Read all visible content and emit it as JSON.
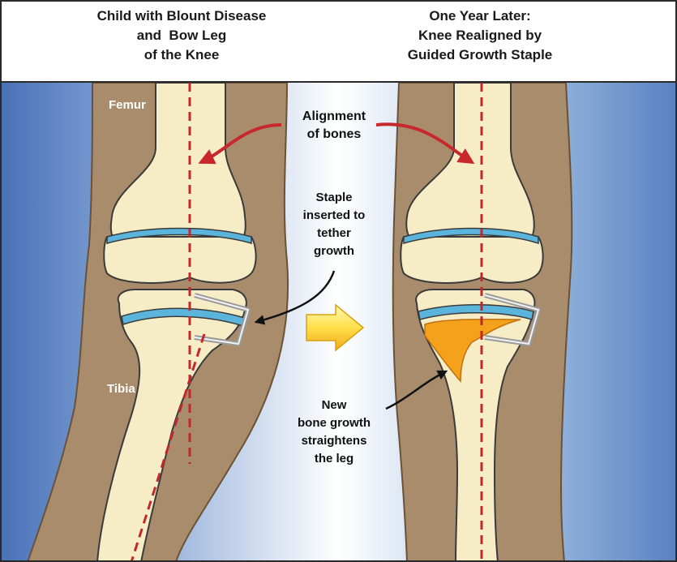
{
  "header": {
    "left_title": [
      "Child with Blount Disease",
      "and  Bow Leg",
      "of the Knee"
    ],
    "right_title": [
      "One Year Later:",
      "Knee Realigned by",
      "Guided Growth Staple"
    ]
  },
  "labels": {
    "femur": "Femur",
    "tibia": "Tibia",
    "alignment": [
      "Alignment",
      "of bones"
    ],
    "staple": [
      "Staple",
      "inserted to",
      "tether",
      "growth"
    ],
    "new_bone": [
      "New",
      "bone growth",
      "straightens",
      "the leg"
    ]
  },
  "colors": {
    "skin": "#a88c6c",
    "skin_outline": "#6b5236",
    "bone": "#f6ecc6",
    "cartilage": "#5ab4dc",
    "new_bone": "#f4a21c",
    "axis_line": "#c0282c",
    "arrow": "#c8282c",
    "background_blue": "#4a72b8"
  },
  "icons": {
    "transition_arrow": "right-arrow-icon"
  }
}
